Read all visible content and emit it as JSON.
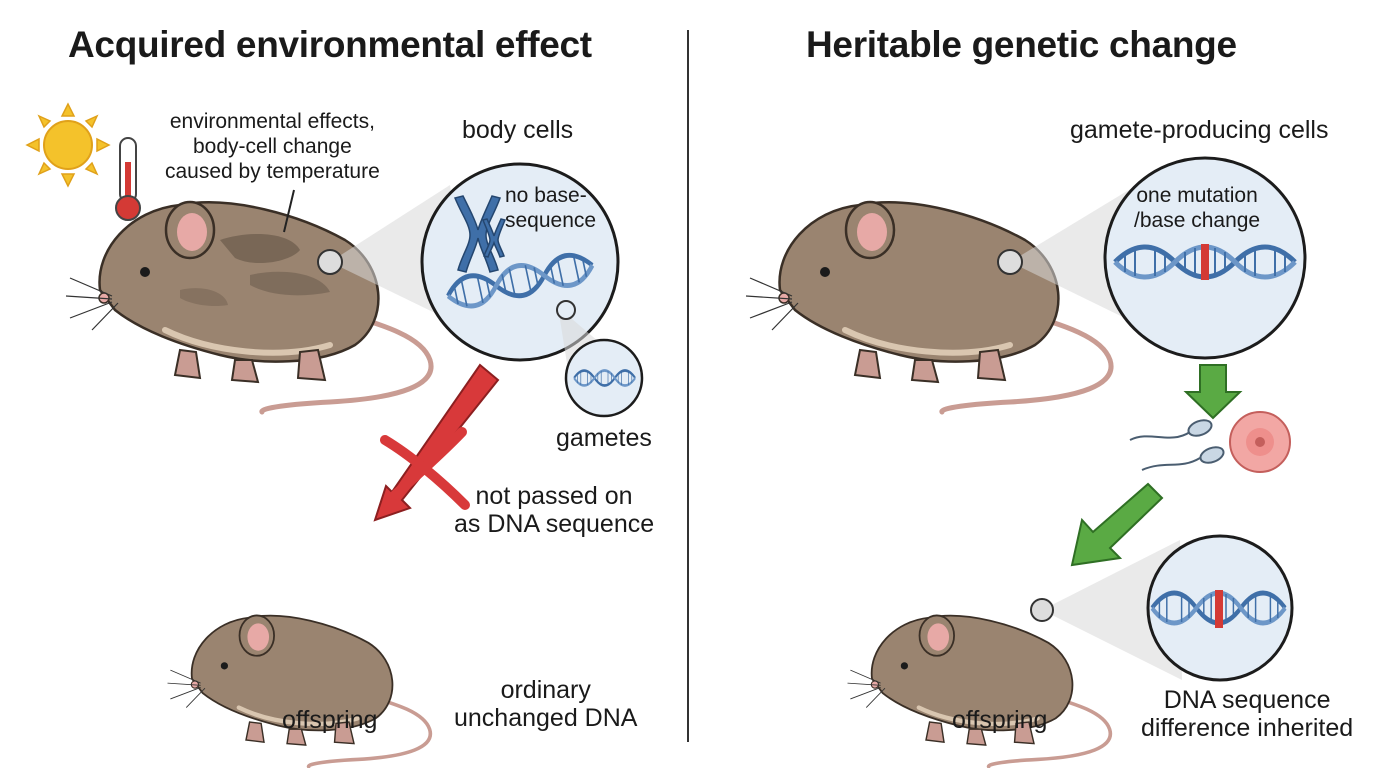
{
  "left_panel": {
    "title": "Acquired environmental effect",
    "env_note": [
      "environmental effects,",
      "body-cell change",
      "caused by temperature"
    ],
    "body_cells_label": "body cells",
    "zoom_text": [
      "no base-",
      "sequence"
    ],
    "gametes_label": "gametes",
    "not_passed": [
      "not passed on",
      "as DNA sequence"
    ],
    "offspring_label": "offspring",
    "unchanged_dna": [
      "ordinary",
      "unchanged DNA"
    ]
  },
  "right_panel": {
    "title": "Heritable genetic change",
    "gamete_cells_label": "gamete-producing cells",
    "mutation_text": [
      "one mutation",
      "/base change"
    ],
    "offspring_label": "offspring",
    "inherited": [
      "DNA sequence",
      "difference inherited"
    ]
  },
  "colors": {
    "mouse_body": "#9a8470",
    "patch": "#6e5e4e",
    "zoom_fill": "#e4edf6",
    "dna": "#3f6fa8",
    "mutation": "#d43a35",
    "red_arrow": "#d8393a",
    "green_arrow": "#5aaa44",
    "sun": "#f4c22b",
    "egg": "#f2a7a4"
  },
  "icons": [
    "sun-icon",
    "thermometer-icon",
    "sperm-icon",
    "egg-cell-icon",
    "chromosome-icon",
    "dna-helix-icon"
  ]
}
